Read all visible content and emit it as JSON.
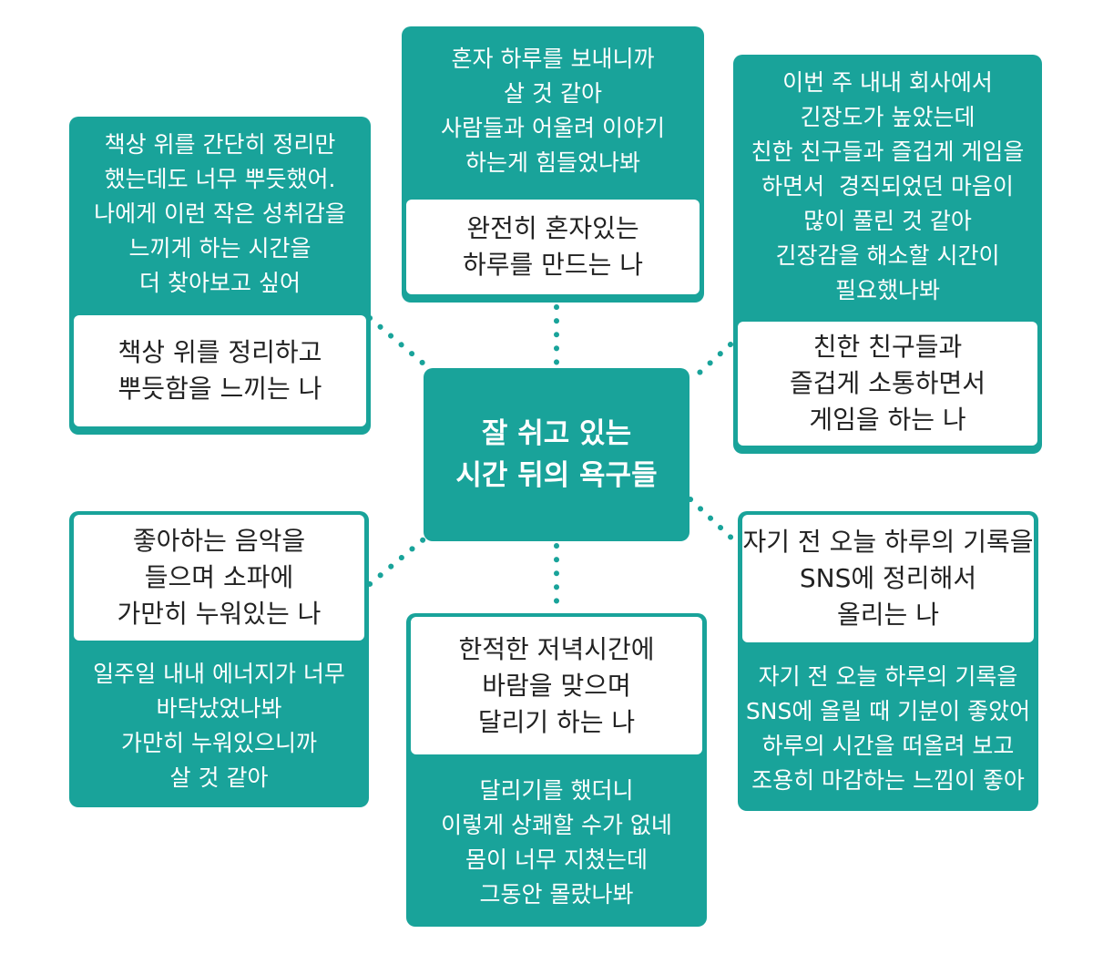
{
  "center": {
    "lines": [
      "잘 쉬고 있는",
      "시간 뒤의 욕구들"
    ]
  },
  "nodes": {
    "top": {
      "reason": [
        "혼자 하루를 보내니까",
        "살 것 같아",
        "사람들과 어울려 이야기",
        "하는게 힘들었나봐"
      ],
      "activity": [
        "완전히 혼자있는",
        "하루를 만드는 나"
      ]
    },
    "top_left": {
      "reason": [
        "책상 위를 간단히 정리만",
        "했는데도 너무 뿌듯했어.",
        "나에게 이런 작은 성취감을",
        "느끼게 하는 시간을",
        "더 찾아보고 싶어"
      ],
      "activity": [
        "책상 위를 정리하고",
        "뿌듯함을 느끼는 나"
      ]
    },
    "top_right": {
      "reason": [
        "이번 주 내내 회사에서",
        "긴장도가 높았는데",
        "친한 친구들과 즐겁게 게임을",
        "하면서  경직되었던 마음이",
        "많이 풀린 것 같아",
        "긴장감을 해소할 시간이",
        "필요했나봐"
      ],
      "activity": [
        "친한 친구들과",
        "즐겁게 소통하면서",
        "게임을 하는 나"
      ]
    },
    "bottom_left": {
      "activity": [
        "좋아하는 음악을",
        "들으며 소파에",
        "가만히 누워있는 나"
      ],
      "reason": [
        "일주일 내내 에너지가 너무",
        "바닥났었나봐",
        "가만히 누워있으니까",
        "살 것 같아"
      ]
    },
    "bottom": {
      "activity": [
        "한적한 저녁시간에",
        "바람을 맞으며",
        "달리기 하는 나"
      ],
      "reason": [
        "달리기를 했더니",
        "이렇게 상쾌할 수가 없네",
        "몸이 너무 지쳤는데",
        "그동안 몰랐나봐"
      ]
    },
    "bottom_right": {
      "activity": [
        "자기 전 오늘 하루의 기록을",
        "SNS에 정리해서",
        "올리는 나"
      ],
      "reason": [
        "자기 전 오늘 하루의 기록을",
        "SNS에 올릴 때 기분이 좋았어",
        "하루의 시간을 떠올려 보고",
        "조용히 마감하는 느낌이 좋아"
      ]
    }
  },
  "colors": {
    "teal": "#19a39a",
    "white": "#ffffff",
    "text_dark": "#222222"
  }
}
